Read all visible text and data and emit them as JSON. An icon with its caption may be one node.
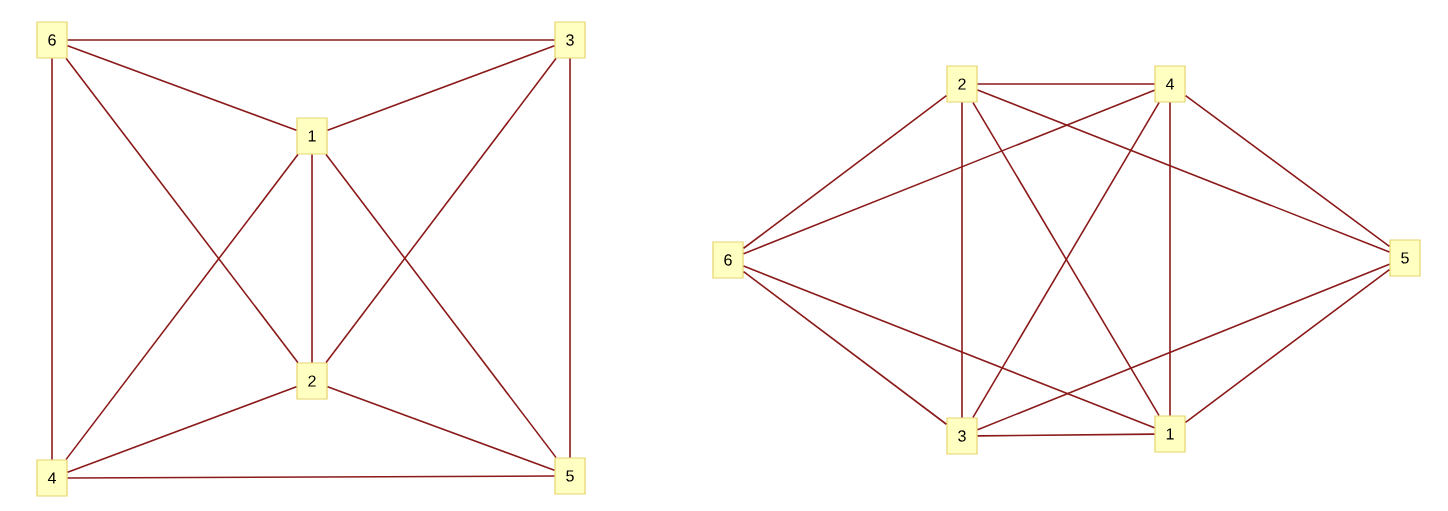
{
  "diagram": {
    "nodes": [
      {
        "text": [
          "6"
        ]
      },
      {
        "text": [
          "3"
        ]
      },
      {
        "text": [
          "1"
        ]
      },
      {
        "text": [
          "2"
        ]
      },
      {
        "text": [
          "4"
        ]
      },
      {
        "text": [
          "5"
        ]
      },
      {
        "text": [
          "2"
        ]
      },
      {
        "text": [
          "4"
        ]
      },
      {
        "text": [
          "6"
        ]
      },
      {
        "text": [
          "5"
        ]
      },
      {
        "text": [
          "3"
        ]
      },
      {
        "text": [
          "1"
        ]
      }
    ],
    "edges": [
      {
        "from": 0,
        "to": 1,
        "arrow": "none"
      },
      {
        "from": 0,
        "to": 2,
        "arrow": "none"
      },
      {
        "from": 0,
        "to": 3,
        "arrow": "none"
      },
      {
        "from": 0,
        "to": 4,
        "arrow": "none"
      },
      {
        "from": 1,
        "to": 2,
        "arrow": "none"
      },
      {
        "from": 1,
        "to": 3,
        "arrow": "none"
      },
      {
        "from": 1,
        "to": 5,
        "arrow": "none"
      },
      {
        "from": 2,
        "to": 3,
        "arrow": "none"
      },
      {
        "from": 2,
        "to": 4,
        "arrow": "none"
      },
      {
        "from": 2,
        "to": 5,
        "arrow": "none"
      },
      {
        "from": 3,
        "to": 4,
        "arrow": "none"
      },
      {
        "from": 3,
        "to": 5,
        "arrow": "none"
      },
      {
        "from": 4,
        "to": 5,
        "arrow": "none"
      },
      {
        "from": 6,
        "to": 7,
        "arrow": "none"
      },
      {
        "from": 6,
        "to": 8,
        "arrow": "none"
      },
      {
        "from": 6,
        "to": 10,
        "arrow": "none"
      },
      {
        "from": 6,
        "to": 11,
        "arrow": "none"
      },
      {
        "from": 6,
        "to": 9,
        "arrow": "none"
      },
      {
        "from": 7,
        "to": 8,
        "arrow": "none"
      },
      {
        "from": 7,
        "to": 10,
        "arrow": "none"
      },
      {
        "from": 7,
        "to": 11,
        "arrow": "none"
      },
      {
        "from": 7,
        "to": 9,
        "arrow": "none"
      },
      {
        "from": 8,
        "to": 10,
        "arrow": "none"
      },
      {
        "from": 8,
        "to": 11,
        "arrow": "none"
      },
      {
        "from": 10,
        "to": 11,
        "arrow": "none"
      },
      {
        "from": 10,
        "to": 9,
        "arrow": "none"
      },
      {
        "from": 11,
        "to": 9,
        "arrow": "none"
      }
    ]
  }
}
